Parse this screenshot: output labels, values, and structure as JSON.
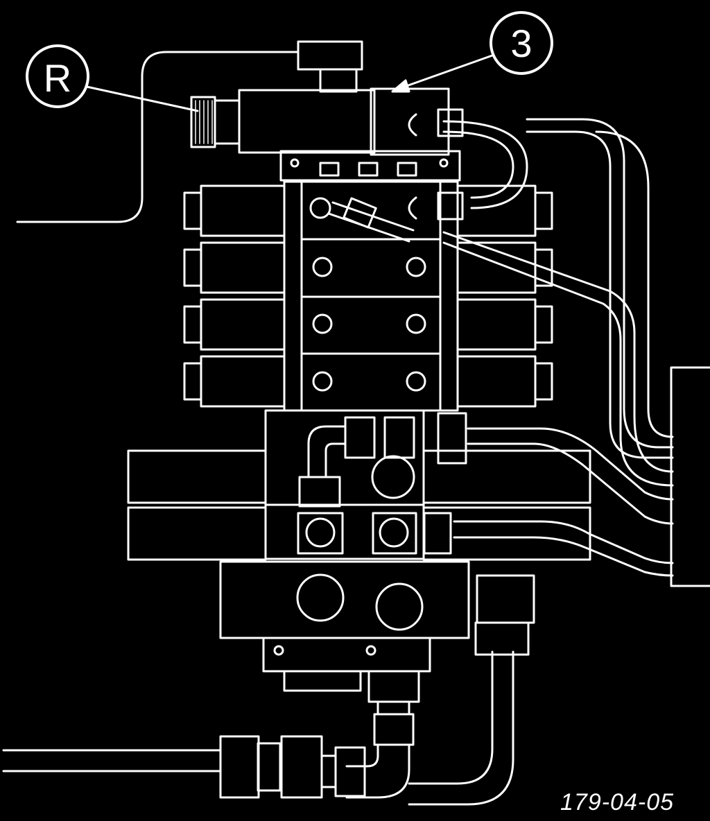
{
  "figure": {
    "callouts": [
      {
        "id": "callout-r",
        "label": "R"
      },
      {
        "id": "callout-3",
        "label": "3"
      }
    ],
    "figure_number": "179-04-05"
  },
  "colors": {
    "background": "#000000",
    "lines": "#ffffff"
  }
}
